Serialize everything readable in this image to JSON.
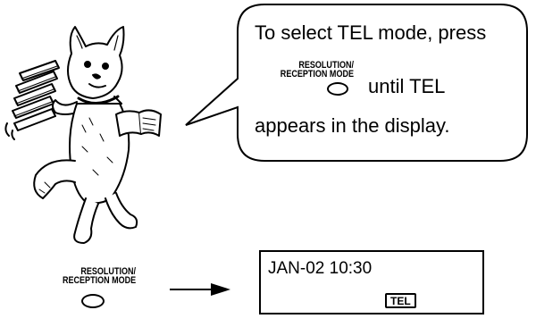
{
  "bubble": {
    "line1": "To select TEL mode, press",
    "key_label_line1": "RESOLUTION/",
    "key_label_line2": "RECEPTION MODE",
    "line2_suffix": "until TEL",
    "line3": "appears in the display."
  },
  "key": {
    "label_line1": "RESOLUTION/",
    "label_line2": "RECEPTION MODE"
  },
  "display": {
    "line1": "JAN-02 10:30",
    "badge": "TEL"
  },
  "illustration": {
    "icon": "dog-with-books-illustration"
  }
}
